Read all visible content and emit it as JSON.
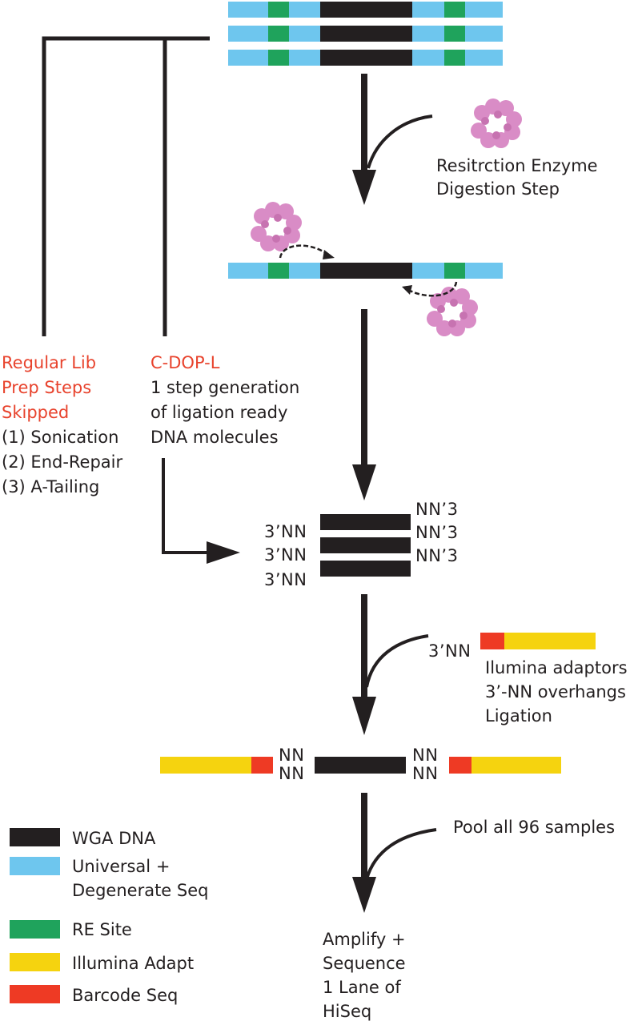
{
  "colors": {
    "wga_dna": "#231f20",
    "universal": "#6ec6ee",
    "re_site": "#1fa35c",
    "illumina": "#f5d30f",
    "barcode": "#ee3a24",
    "enzyme": "#d98cc6",
    "highlight": "#e8432d"
  },
  "regular_lib": {
    "title_lines": [
      "Regular Lib",
      "Prep Steps",
      "Skipped"
    ],
    "steps": [
      "(1) Sonication",
      "(2) End-Repair",
      "(3) A-Tailing"
    ]
  },
  "cdopl": {
    "title": "C-DOP-L",
    "desc_lines": [
      "1 step generation",
      "of ligation ready",
      "DNA molecules"
    ]
  },
  "digestion": {
    "lines": [
      "Resitrction Enzyme",
      "Digestion Step"
    ],
    "enzyme_icon": "restriction-enzyme-icon"
  },
  "fragments": {
    "right_labels": [
      "NN’3",
      "NN’3",
      "NN’3"
    ],
    "left_labels": [
      "3’NN",
      "3’NN",
      "3’NN"
    ]
  },
  "ligation": {
    "adaptor_label": "3’NN",
    "lines": [
      "Ilumina adaptors",
      "3’-NN overhangs",
      "Ligation"
    ]
  },
  "ligated": {
    "left_top": "NN",
    "left_bottom": "NN",
    "right_top": "NN",
    "right_bottom": "NN"
  },
  "pool": {
    "label": "Pool all 96 samples"
  },
  "amplify": {
    "lines": [
      "Amplify +",
      "Sequence",
      "1 Lane of",
      "HiSeq"
    ]
  },
  "legend": [
    {
      "color_key": "wga_dna",
      "lines": [
        "WGA DNA"
      ]
    },
    {
      "color_key": "universal",
      "lines": [
        "Universal +",
        "Degenerate Seq"
      ]
    },
    {
      "color_key": "re_site",
      "lines": [
        "RE Site"
      ]
    },
    {
      "color_key": "illumina",
      "lines": [
        "Illumina Adapt"
      ]
    },
    {
      "color_key": "barcode",
      "lines": [
        "Barcode Seq"
      ]
    }
  ]
}
